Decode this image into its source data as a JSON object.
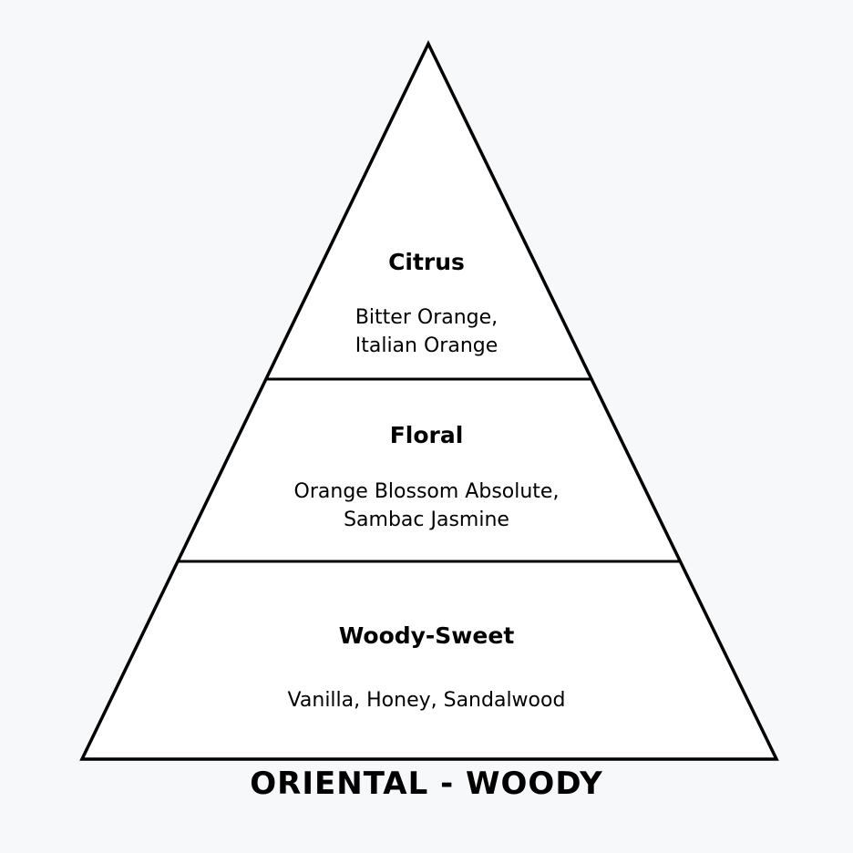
{
  "pyramid": {
    "tiers": [
      {
        "heading": "Citrus",
        "notes": [
          "Bitter Orange,",
          "Italian Orange"
        ]
      },
      {
        "heading": "Floral",
        "notes": [
          "Orange Blossom Absolute,",
          "Sambac Jasmine"
        ]
      },
      {
        "heading": "Woody-Sweet",
        "notes": [
          "Vanilla, Honey, Sandalwood"
        ]
      }
    ],
    "title": "ORIENTAL - WOODY",
    "colors": {
      "background": "#f7f8fa",
      "fill": "#ffffff",
      "stroke": "#000000"
    }
  }
}
